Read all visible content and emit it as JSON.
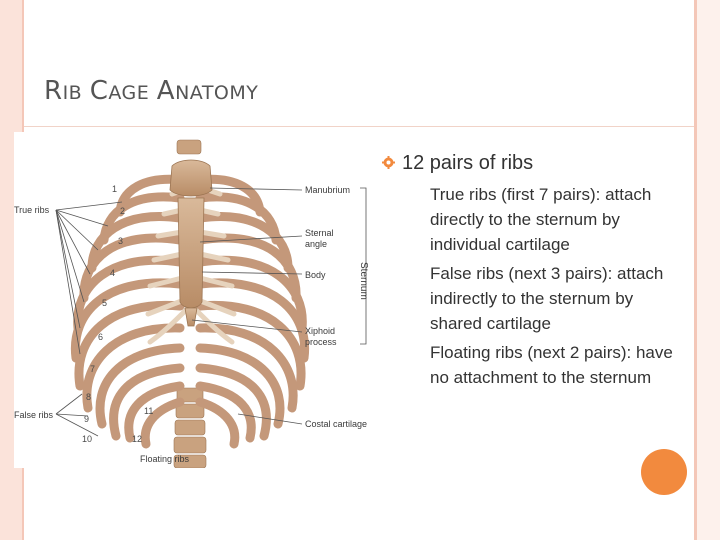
{
  "slide": {
    "title_parts": {
      "r": "R",
      "ib": "IB",
      "c": "C",
      "age": "AGE",
      "a": "A",
      "natomy": "NATOMY"
    },
    "accent_color": "#f28a3e",
    "frame_color": "#f4c7b8"
  },
  "figure": {
    "labels": {
      "true_ribs": "True ribs",
      "false_ribs": "False ribs",
      "floating_ribs": "Floating ribs",
      "manubrium": "Manubrium",
      "sternal_angle_1": "Sternal",
      "sternal_angle_2": "angle",
      "body": "Body",
      "xiphoid_1": "Xiphoid",
      "xiphoid_2": "process",
      "costal_cartilage": "Costal cartilage",
      "sternum": "Sternum"
    },
    "rib_numbers": [
      "1",
      "2",
      "3",
      "4",
      "5",
      "6",
      "7",
      "8",
      "9",
      "10",
      "11",
      "12"
    ]
  },
  "content": {
    "main_bullet": "12 pairs of ribs",
    "checkbox_glyph": "",
    "sub_bullets": [
      "True ribs (first 7 pairs): attach directly to the sternum by individual cartilage",
      "False ribs (next 3 pairs): attach indirectly to the sternum by shared cartilage",
      "Floating ribs (next 2 pairs): have no attachment to the sternum"
    ]
  }
}
